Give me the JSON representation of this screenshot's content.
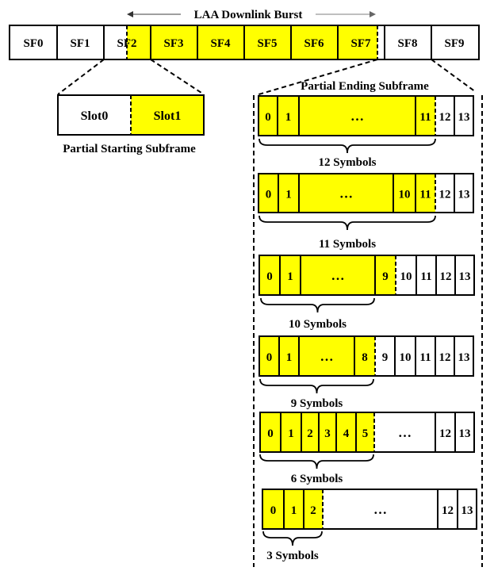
{
  "burst": {
    "label": "LAA  Downlink Burst",
    "subframes": [
      "SF0",
      "SF1",
      "SF2",
      "SF3",
      "SF4",
      "SF5",
      "SF6",
      "SF7",
      "SF8",
      "SF9"
    ]
  },
  "starting": {
    "title": "Partial Starting Subframe",
    "slots": [
      "Slot0",
      "Slot1"
    ]
  },
  "ending": {
    "title": "Partial Ending Subframe",
    "ellipsis": "…",
    "rows": [
      {
        "label": "12 Symbols",
        "cells": [
          "0",
          "1",
          "…",
          "11",
          "12",
          "13"
        ]
      },
      {
        "label": "11 Symbols",
        "cells": [
          "0",
          "1",
          "…",
          "10",
          "11",
          "12",
          "13"
        ]
      },
      {
        "label": "10 Symbols",
        "cells": [
          "0",
          "1",
          "…",
          "9",
          "10",
          "11",
          "12",
          "13"
        ]
      },
      {
        "label": "9 Symbols",
        "cells": [
          "0",
          "1",
          "…",
          "8",
          "9",
          "10",
          "11",
          "12",
          "13"
        ]
      },
      {
        "label": "6 Symbols",
        "cells": [
          "0",
          "1",
          "2",
          "3",
          "4",
          "5",
          "…",
          "12",
          "13"
        ]
      },
      {
        "label": "3 Symbols",
        "cells": [
          "0",
          "1",
          "2",
          "…",
          "12",
          "13"
        ]
      }
    ]
  },
  "colors": {
    "highlight": "#ffff00",
    "outline": "#000000",
    "empty": "#ffffff",
    "arrow": "#666666"
  }
}
